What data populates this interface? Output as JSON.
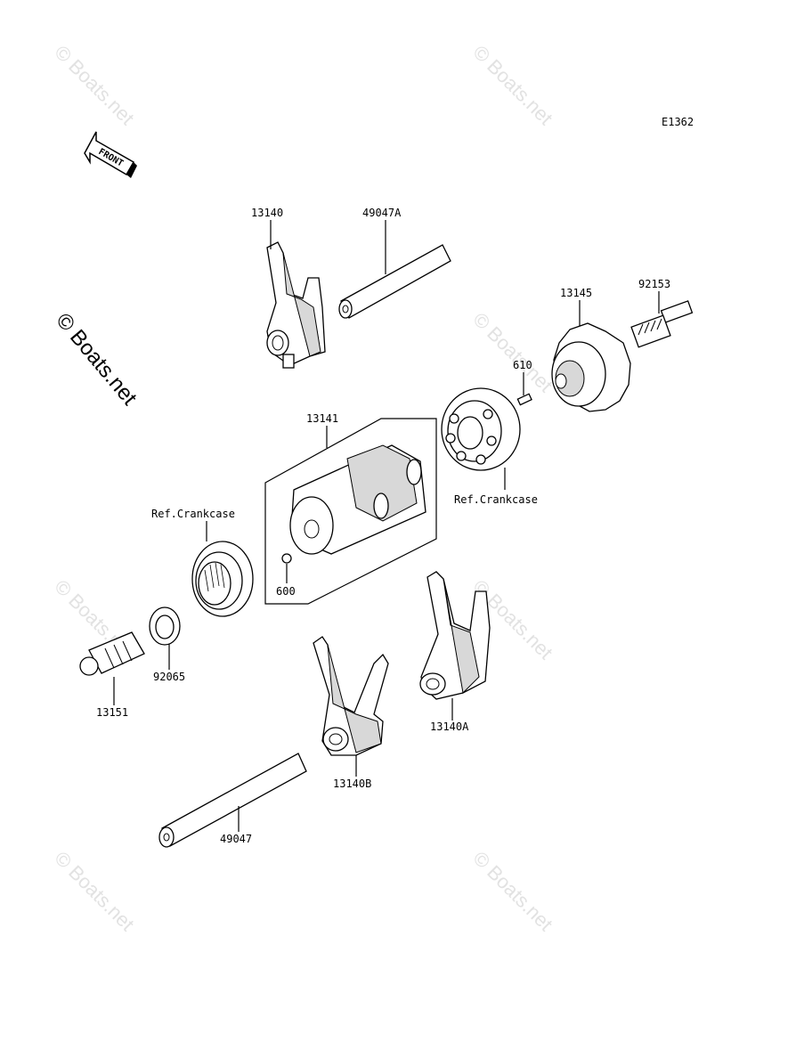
{
  "diagram_code": "E1362",
  "front_label": "FRONT",
  "watermark": "© Boats.net",
  "parts": {
    "p13140": "13140",
    "p49047A": "49047A",
    "p13145": "13145",
    "p92153": "92153",
    "p610": "610",
    "p13141": "13141",
    "refCrankcaseRight": "Ref.Crankcase",
    "refCrankcaseLeft": "Ref.Crankcase",
    "p600": "600",
    "p92065": "92065",
    "p13151": "13151",
    "p13140A": "13140A",
    "p13140B": "13140B",
    "p49047": "49047"
  }
}
